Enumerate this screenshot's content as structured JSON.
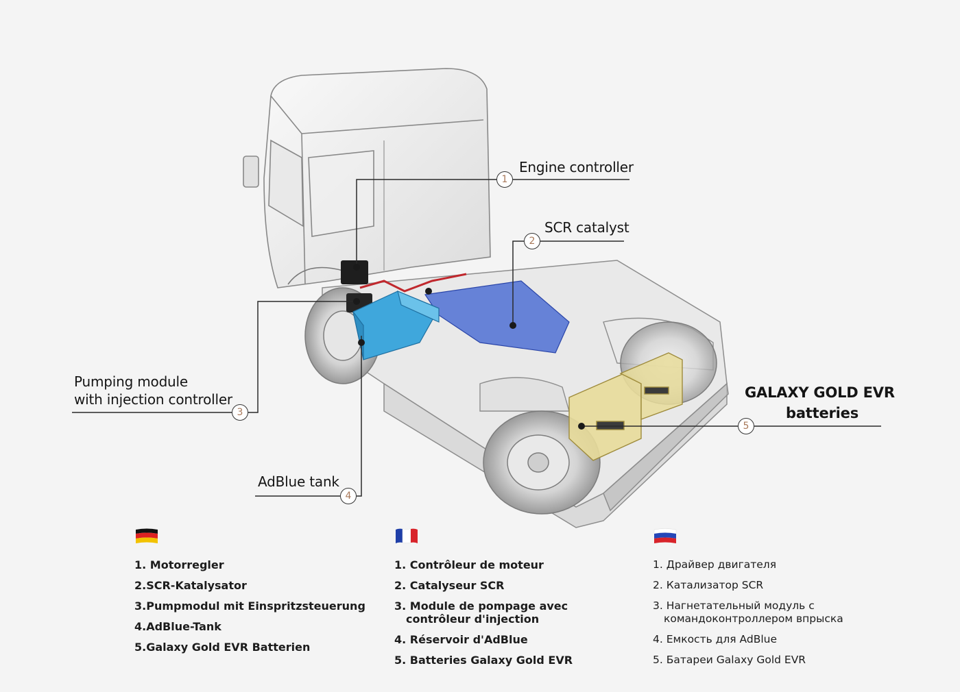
{
  "callouts": [
    {
      "number": "1",
      "label": "Engine controller"
    },
    {
      "number": "2",
      "label": "SCR catalyst"
    },
    {
      "number": "3",
      "label_line1": "Pumping module",
      "label_line2": "with injection controller"
    },
    {
      "number": "4",
      "label": "AdBlue tank"
    },
    {
      "number": "5",
      "label_line1": "GALAXY GOLD EVR",
      "label_line2": "batteries"
    }
  ],
  "legends": {
    "de": {
      "flag_icon": "germany-flag-icon",
      "items": [
        "1. Motorregler",
        "2.SCR-Katalysator",
        "3.Pumpmodul mit Einspritzsteuerung",
        "4.AdBlue-Tank",
        "5.Galaxy Gold EVR Batterien"
      ]
    },
    "fr": {
      "flag_icon": "france-flag-icon",
      "items": [
        "1. Contrôleur de moteur",
        "2. Catalyseur SCR",
        "3. Module de pompage avec",
        "contrôleur d'injection",
        "4. Réservoir d'AdBlue",
        "5. Batteries Galaxy Gold EVR"
      ]
    },
    "ru": {
      "flag_icon": "russia-flag-icon",
      "items": [
        "1. Драйвер двигателя",
        "2. Катализатор SCR",
        "3. Нагнетательный модуль с",
        "командоконтроллером впрыска",
        "4. Емкость для AdBlue",
        "5. Батареи Galaxy Gold EVR"
      ]
    }
  },
  "colors": {
    "adblue_tank": "#3fa7dc",
    "scr_catalyst": "#3a5fd0",
    "batteries": "#e8dc9a",
    "number_digit": "#a9795a",
    "line": "#2a2a2a"
  }
}
